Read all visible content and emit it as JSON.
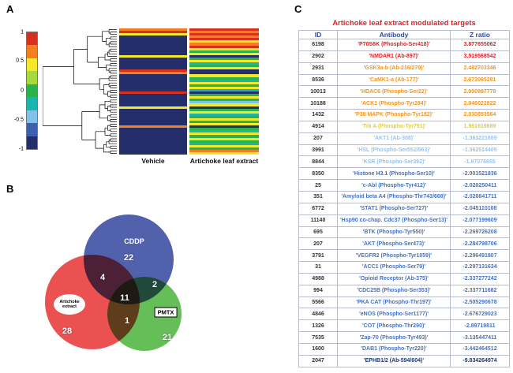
{
  "figure": {
    "panel_a": {
      "label": "A"
    },
    "panel_b": {
      "label": "B"
    },
    "panel_c": {
      "label": "C"
    }
  },
  "chart_data": [
    {
      "type": "heatmap",
      "columns": [
        "Vehicle",
        "Artichoke leaf extract"
      ],
      "colorbar": {
        "ticks": [
          "1",
          "0.5",
          "0",
          "-0.5",
          "-1"
        ],
        "palette": [
          "#d7301f",
          "#f57e20",
          "#f4e829",
          "#a6d93c",
          "#2bb34b",
          "#19b6b0",
          "#7fc4e8",
          "#3d62ad",
          "#232e6b"
        ]
      },
      "value_range": [
        -1,
        1
      ],
      "rows_vehicle": "1028888888828888801888888808888828888888188888888888",
      "rows_artichoke": "0101021024284254288245242584246284254242845242452412"
    },
    {
      "type": "venn",
      "sets": [
        {
          "name": "CDDP",
          "unique": "22"
        },
        {
          "name": "Artichoke extract",
          "unique": "28"
        },
        {
          "name": "PMTX",
          "unique": "21"
        }
      ],
      "overlaps": {
        "cddp_artichoke": "4",
        "cddp_pmtx": "2",
        "artichoke_pmtx": "1",
        "all_three": "11"
      },
      "colors": {
        "cddp": "#4353a4",
        "artichoke": "#ea4242",
        "pmtx": "#58b948"
      }
    },
    {
      "type": "table",
      "title": "Artichoke leaf extract modulated targets",
      "headers": [
        "ID",
        "Antibody",
        "Z ratio"
      ],
      "tone_colors": {
        "red": "#ed1c24",
        "orange": "#f7941d",
        "yellow": "#e8cf1f",
        "lightblue": "#9cc3e5",
        "blue": "#4472c4",
        "navy": "#203864"
      },
      "rows": [
        [
          "6198",
          "'P70S6K (Phospho-Ser418)'",
          "3.877655062",
          "red"
        ],
        [
          "2902",
          "'NMDAR1 (Ab-897)'",
          "3.519568542",
          "red"
        ],
        [
          "2931",
          "'GSK3a-b (Ab-216/279)'",
          "2.482703346",
          "orange"
        ],
        [
          "8536",
          "'CaMK1-a (Ab-177)'",
          "2.673065281",
          "orange"
        ],
        [
          "10013",
          "'HDAC6 (Phospho-Ser22)'",
          "2.050987779",
          "orange"
        ],
        [
          "10188",
          "'ACK1 (Phospho-Tyr284)'",
          "2.046022822",
          "orange"
        ],
        [
          "1432",
          "'P38 MAPK (Phospho-Tyr182)'",
          "2.030893564",
          "orange"
        ],
        [
          "4914",
          "'Trk A (Phospho-Tyr791)'",
          "1.961619889",
          "yellow"
        ],
        [
          "207",
          "'AKT1 (Ab-308)'",
          "-1.363221659",
          "lightblue"
        ],
        [
          "3991",
          "'HSL (Phospho-Ser552/563)'",
          "-1.362514405",
          "lightblue"
        ],
        [
          "8844",
          "'KSR (Phospho-Ser392)'",
          "-1.97076655",
          "lightblue"
        ],
        [
          "8350",
          "'Histone H3.1 (Phospho-Ser10)'",
          "-2.001521836",
          "blue"
        ],
        [
          "25",
          "'c-Abl (Phospho-Tyr412)'",
          "-2.020250411",
          "blue"
        ],
        [
          "351",
          "'Amyloid beta A4 (Phospho-Thr743/668)'",
          "-2.020841711",
          "blue"
        ],
        [
          "6772",
          "'STAT1 (Phospho-Ser727)'",
          "-2.045110108",
          "blue"
        ],
        [
          "11140",
          "'Hsp90 co-chap. Cdc37 (Phospho-Ser13)'",
          "-2.077199609",
          "blue"
        ],
        [
          "695",
          "'BTK (Phospho-Tyr550)'",
          "-2.269726208",
          "blue"
        ],
        [
          "207",
          "'AKT (Phospho-Ser473)'",
          "-2.284798706",
          "blue"
        ],
        [
          "3791",
          "'VEGFR2 (Phospho-Tyr1059)'",
          "-2.296491807",
          "blue"
        ],
        [
          "31",
          "'ACC1 (Phospho-Ser79)'",
          "-2.297131634",
          "blue"
        ],
        [
          "4988",
          "'Opioid Receptor (Ab-375)'",
          "-2.337277242",
          "blue"
        ],
        [
          "994",
          "'CDC25B (Phospho-Ser353)'",
          "-2.337711682",
          "blue"
        ],
        [
          "5566",
          "'PKA CAT (Phospho-Thr197)'",
          "-2.505290678",
          "blue"
        ],
        [
          "4846",
          "'eNOS (Phospho-Ser1177)'",
          "-2.676729023",
          "blue"
        ],
        [
          "1326",
          "'COT (Phospho-Thr290)'",
          "-2.89719811",
          "blue"
        ],
        [
          "7535",
          "'Zap-70 (Phospho-Tyr493)'",
          "-3.135447411",
          "blue"
        ],
        [
          "1600",
          "'DAB1 (Phospho-Tyr220)'",
          "-3.442464512",
          "blue"
        ],
        [
          "2047",
          "'EPHB1/2 (Ab-594/604)'",
          "-9.834264974",
          "navy"
        ]
      ]
    }
  ]
}
